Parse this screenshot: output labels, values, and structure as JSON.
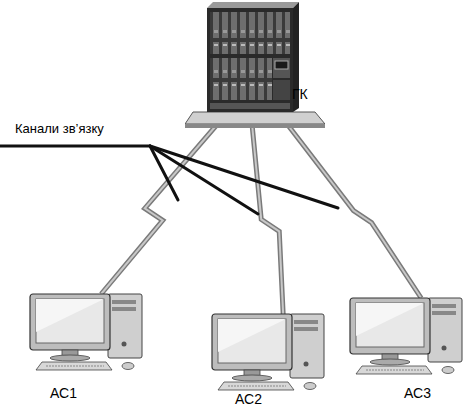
{
  "diagram": {
    "nodes": [
      {
        "text": [
          "ГК"
        ]
      },
      {
        "text": [
          "АС1"
        ]
      },
      {
        "text": [
          "АС2"
        ]
      },
      {
        "text": [
          "АС3"
        ]
      }
    ],
    "edges": [
      {
        "from": 0,
        "to": 1,
        "arrow": "none"
      },
      {
        "from": 0,
        "to": 2,
        "arrow": "none"
      },
      {
        "from": 0,
        "to": 3,
        "arrow": "none"
      }
    ],
    "labels": [
      "Канали зв’язку"
    ]
  }
}
